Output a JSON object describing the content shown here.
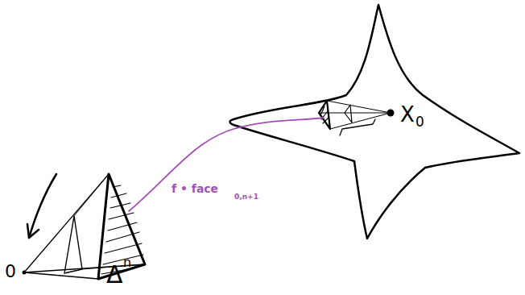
{
  "diagram": {
    "labels": [
      "0",
      "Δ",
      "n",
      "f • face",
      "0,n+1",
      "X",
      "0"
    ]
  }
}
